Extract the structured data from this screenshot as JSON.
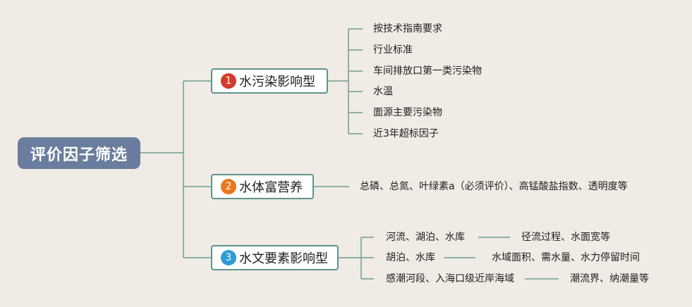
{
  "root": {
    "label": "评价因子筛选"
  },
  "branches": [
    {
      "number": "1",
      "label": "水污染影响型",
      "color": "#d63a2a",
      "items": [
        "按技术指南要求",
        "行业标准",
        "车间排放口第一类污染物",
        "水温",
        "面源主要污染物",
        "近3年超标因子"
      ]
    },
    {
      "number": "2",
      "label": "水体富营养",
      "color": "#e8771e",
      "items": [
        "总磷、总氮、叶绿素a（必须评价）、高锰酸盐指数、透明度等"
      ]
    },
    {
      "number": "3",
      "label": "水文要素影响型",
      "color": "#2e9bd6",
      "items": [
        {
          "label": "河流、湖泊、水库",
          "detail": "径流过程、水面宽等"
        },
        {
          "label": "胡泊、水库",
          "detail": "水域面积、需水量、水力停留时间"
        },
        {
          "label": "感潮河段、入海口级近岸海域",
          "detail": "潮流界、纳潮量等"
        }
      ]
    }
  ]
}
